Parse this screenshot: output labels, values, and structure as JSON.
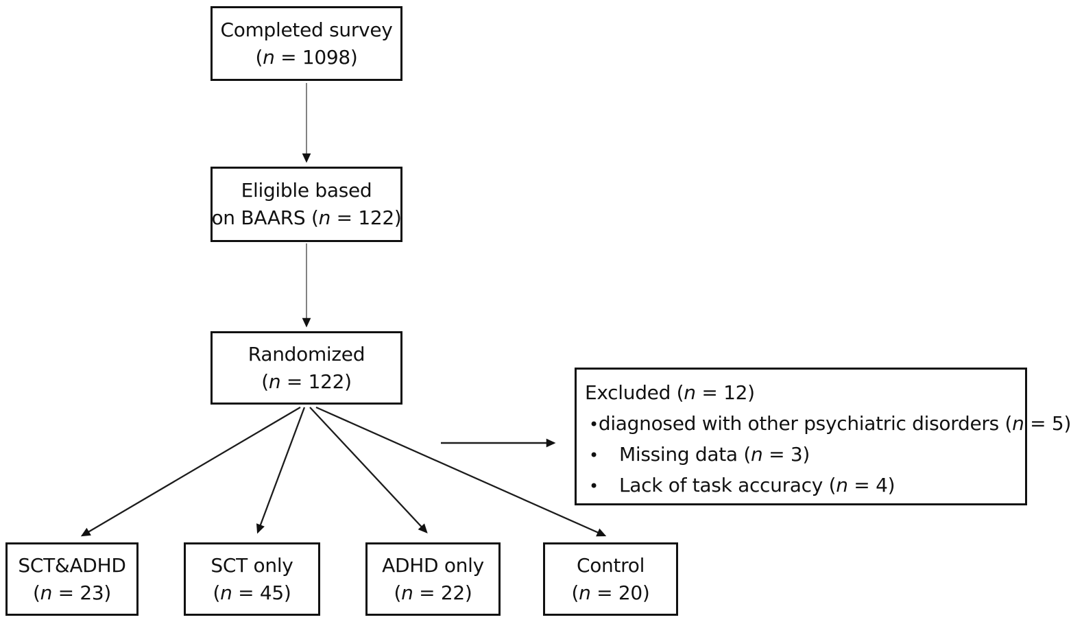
{
  "figure": {
    "background": "#ffffff",
    "border_color": "#111111",
    "arrow_color": "#1c1c1c",
    "thin_connector_color": "#4d4d4d"
  },
  "nodes": {
    "completed": {
      "line1": "Completed survey",
      "line2": "(n = 1098)"
    },
    "eligible": {
      "line1": "Eligible based",
      "line2": "on BAARS (n = 122)"
    },
    "randomized": {
      "line1": "Randomized",
      "line2": "(n = 122)"
    },
    "sct_adhd": {
      "line1": "SCT&ADHD",
      "line2": "(n = 23)"
    },
    "sct_only": {
      "line1": "SCT only",
      "line2": "(n = 45)"
    },
    "adhd_only": {
      "line1": "ADHD only",
      "line2": "(n = 22)"
    },
    "control": {
      "line1": "Control",
      "line2": "(n = 20)"
    }
  },
  "excluded": {
    "title": "Excluded (n = 12)",
    "bullet": "•",
    "items": [
      {
        "text": "diagnosed with other psychiatric disorders (n = 5)"
      },
      {
        "text": "Missing data (n = 3)"
      },
      {
        "text": "Lack of task accuracy (n = 4)"
      }
    ]
  }
}
